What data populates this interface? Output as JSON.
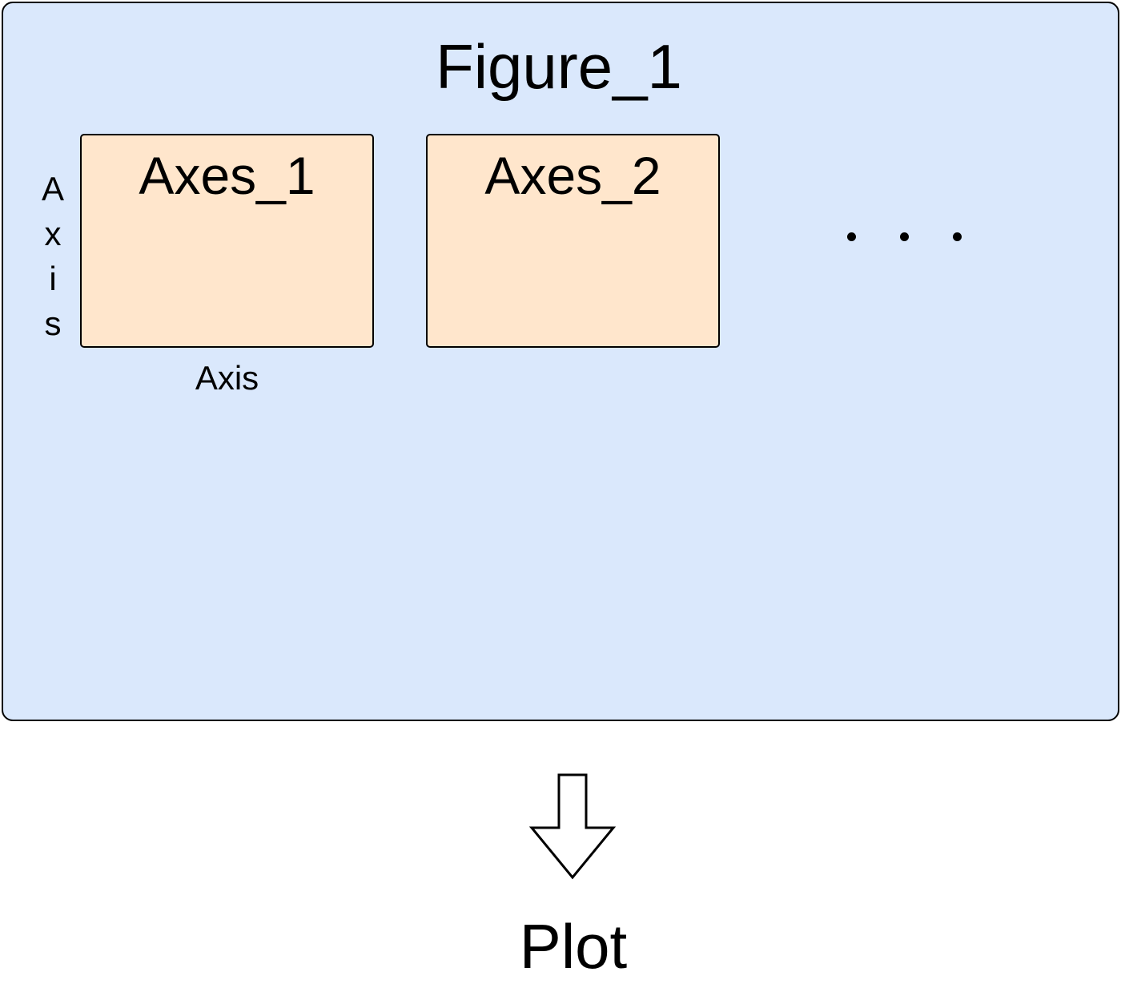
{
  "diagram": {
    "figure_title": "Figure_1",
    "axes": [
      {
        "title": "Axes_1"
      },
      {
        "title": "Axes_2"
      }
    ],
    "axis_vertical_letters": [
      "A",
      "x",
      "i",
      "s"
    ],
    "axis_horizontal_label": "Axis",
    "ellipsis": "...",
    "output_label": "Plot"
  },
  "colors": {
    "figure_fill": "#dae8fc",
    "axes_fill": "#ffe6cc",
    "outline": "#000000"
  },
  "icons": {
    "arrow": "down-arrow-icon"
  }
}
